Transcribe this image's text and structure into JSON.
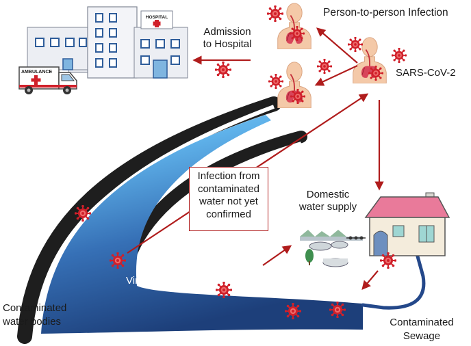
{
  "labels": {
    "admission_line1": "Admission",
    "admission_line2": "to Hospital",
    "person_infection": "Person-to-person Infection",
    "sars": "SARS-CoV-2",
    "callout": [
      "Infection from",
      "contaminated",
      "water not yet",
      "confirmed"
    ],
    "domestic_line1": "Domestic",
    "domestic_line2": "water supply",
    "viral_particles": "Viral particles",
    "water_bodies_line1": "Contaminated",
    "water_bodies_line2": "water bodies",
    "sewage_line1": "Contaminated",
    "sewage_line2": "Sewage",
    "hospital_sign": "HOSPITAL",
    "ambulance_sign": "AMBULANCE"
  },
  "icons": [
    "hospital-building-icon",
    "ambulance-icon",
    "human-torso-icon",
    "virus-icon",
    "house-icon",
    "water-treatment-plant-icon",
    "river-icon"
  ],
  "colors": {
    "arrow": "#b01c1c",
    "virus": "#d0202a",
    "river_light": "#5fb2ea",
    "river_dark": "#1d3f7a",
    "bank": "#1e1e1e",
    "roof": "#e97a9a",
    "sewage_pipe": "#24488a"
  }
}
